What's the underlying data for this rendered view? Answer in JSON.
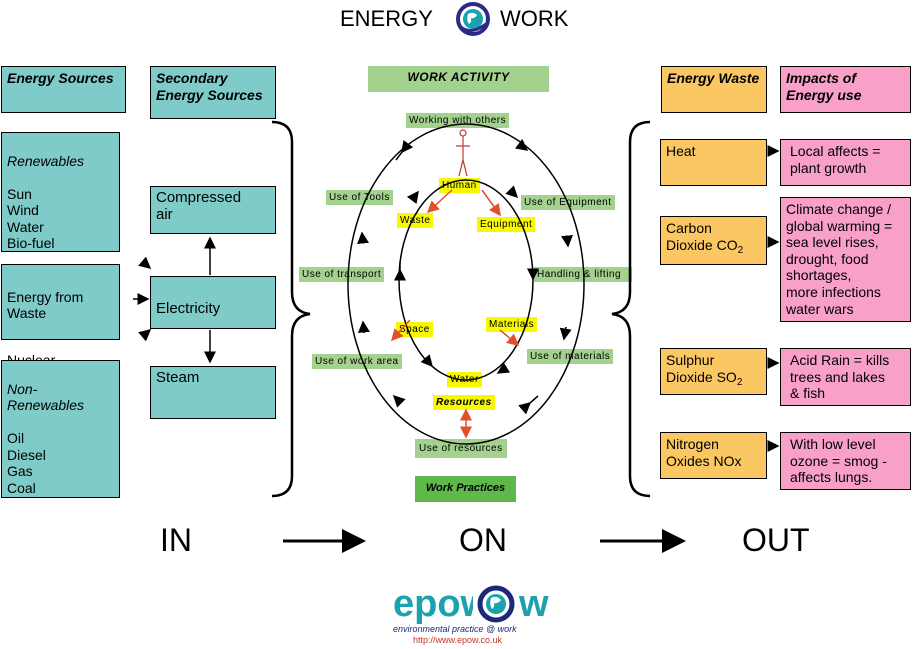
{
  "title": {
    "left": "ENERGY",
    "right": "WORK"
  },
  "energy_sources": {
    "header": "Energy Sources",
    "renewables_title": "Renewables",
    "renewables_items": "Sun\nWind\nWater\nBio-fuel",
    "waste": "Energy from\nWaste",
    "nuclear": "Nuclear",
    "nonrenew_title": "Non-\nRenewables",
    "nonrenew_items": "Oil\nDiesel\nGas\nCoal"
  },
  "secondary": {
    "header": "Secondary\nEnergy Sources",
    "compressed_air": "Compressed\nair",
    "electricity": "Electricity",
    "steam": "Steam"
  },
  "work": {
    "activity_header": "WORK ACTIVITY",
    "working_with_others": "Working with others",
    "human": "Human",
    "use_of_tools": "Use of Tools",
    "use_of_equipment": "Use of Equipment",
    "waste": "Waste",
    "equipment": "Equipment",
    "use_of_transport": "Use of transport",
    "handling_lifting": "Handling & lifting",
    "space": "Space",
    "materials": "Materials",
    "use_of_work_area": "Use of work area",
    "use_of_materials": "Use of materials",
    "water": "Water",
    "resources": "Resources",
    "use_of_resources": "Use of resources",
    "work_practices": "Work Practices"
  },
  "energy_waste": {
    "header": "Energy Waste",
    "heat": "Heat",
    "co2_text": "Carbon\nDioxide CO",
    "co2_sub": "2",
    "so2_text": "Sulphur\nDioxide SO",
    "so2_sub": "2",
    "nox": "Nitrogen\nOxides NOx"
  },
  "impacts": {
    "header": "Impacts of\nEnergy use",
    "heat_impact": "Local affects =\nplant growth",
    "co2_impact": "Climate change /\nglobal warming =\nsea level rises,\ndrought, food\nshortages,\nmore infections\nwater wars",
    "so2_impact": "Acid Rain = kills\ntrees and lakes\n& fish",
    "nox_impact": "With low level\nozone = smog  -\naffects lungs."
  },
  "flow": {
    "in": "IN",
    "on": "ON",
    "out": "OUT"
  },
  "logo": {
    "name": "epow",
    "tagline": "environmental practice @ work",
    "url": "http://www.epow.co.uk"
  },
  "colors": {
    "teal": "#7ecbc9",
    "green": "#a3d18e",
    "dark_green": "#5fb84a",
    "yellow": "#f8f800",
    "orange": "#fbc763",
    "pink": "#f9a0c8",
    "logo_teal": "#1aa3ae",
    "logo_navy": "#1e2a78"
  },
  "icons": [
    "globe-logo-icon",
    "human-figure-icon"
  ]
}
